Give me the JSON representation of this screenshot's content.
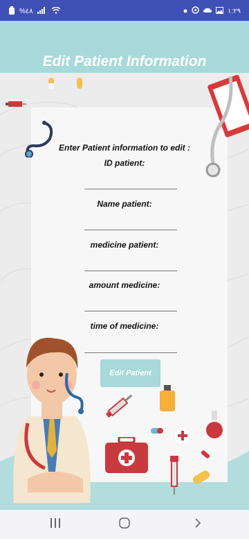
{
  "status_bar": {
    "left_text": "%٤٨",
    "time": "١:٢٩"
  },
  "header": {
    "title": "Edit Patient Information"
  },
  "form": {
    "intro": "Enter Patient information to edit :",
    "id_label": "ID patient:",
    "name_label": "Name patient:",
    "medicine_label": "medicine patient:",
    "amount_label": "amount medicine:",
    "time_label": "time of medicine:",
    "id_value": "",
    "name_value": "",
    "medicine_value": "",
    "amount_value": "",
    "time_value": "",
    "submit_label": "Edit Patient"
  },
  "nav": {
    "recent_icon": "recent-apps-icon",
    "home_icon": "home-icon",
    "back_icon": "back-icon"
  },
  "colors": {
    "header": "#a7d9d9",
    "status_bar": "#3f51b5",
    "button": "#a7d9d9",
    "background": "#ececec"
  }
}
